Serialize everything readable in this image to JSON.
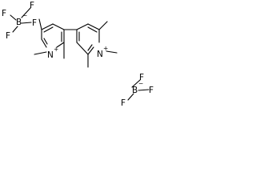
{
  "molecule": {
    "atoms": {
      "f_top_left": "F",
      "b_left": "B",
      "b_left_charge": "−",
      "f_left_1": "F",
      "f_left_2": "F",
      "f_left_3": "F",
      "n_left": "N",
      "n_left_charge": "+",
      "n_right": "N",
      "n_right_charge": "+",
      "b_right": "B",
      "b_right_charge": "−",
      "f_right_1": "F",
      "f_right_2": "F",
      "f_right_3": "F"
    }
  },
  "colors": {
    "bond": "#000000",
    "text": "#000000",
    "background": "#ffffff"
  }
}
